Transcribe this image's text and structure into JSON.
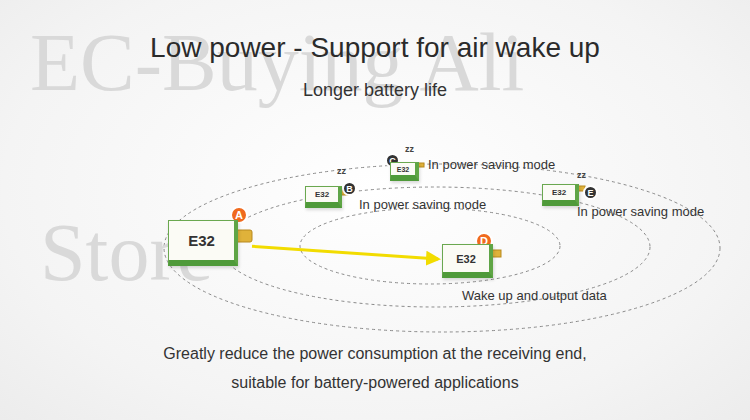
{
  "diagram": {
    "title": "Low power - Support for air wake up",
    "caption": "Greatly reduce the power consumption at the receiving end, suitable for battery-powered applications",
    "nodes": [
      {
        "text": [
          "E32"
        ]
      },
      {
        "text": [
          "E32"
        ]
      },
      {
        "text": [
          "E32"
        ]
      },
      {
        "text": [
          "E32"
        ]
      },
      {
        "text": [
          "E32"
        ]
      }
    ],
    "edges": [
      {
        "from": 0,
        "to": 3,
        "arrow": "to"
      }
    ],
    "labels": [
      "Longer battery life",
      "EC-Buying Ali",
      "Store",
      "A",
      "B",
      "C",
      "D",
      "E",
      "In power saving mode",
      "In power saving mode",
      "In power saving mode",
      "Wake up and output data",
      "zz",
      "zz",
      "zz"
    ]
  }
}
